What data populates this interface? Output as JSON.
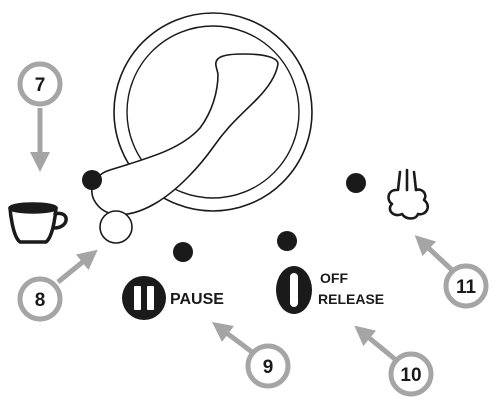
{
  "colors": {
    "ink": "#1a1a1a",
    "callout": "#a5a5a5",
    "background": "#ffffff"
  },
  "controls": {
    "pause_label": "PAUSE",
    "off_release_line1": "OFF",
    "off_release_line2": "RELEASE"
  },
  "icons": {
    "coffee": "coffee-cup-icon",
    "steam": "steam-icon",
    "pause": "pause-icon",
    "power": "power-icon"
  },
  "callouts": [
    {
      "number": "7",
      "target": "coffee-indicator-light"
    },
    {
      "number": "8",
      "target": "selector-knob"
    },
    {
      "number": "9",
      "target": "pause-button"
    },
    {
      "number": "10",
      "target": "off-release-button"
    },
    {
      "number": "11",
      "target": "steam-indicator-light"
    }
  ]
}
